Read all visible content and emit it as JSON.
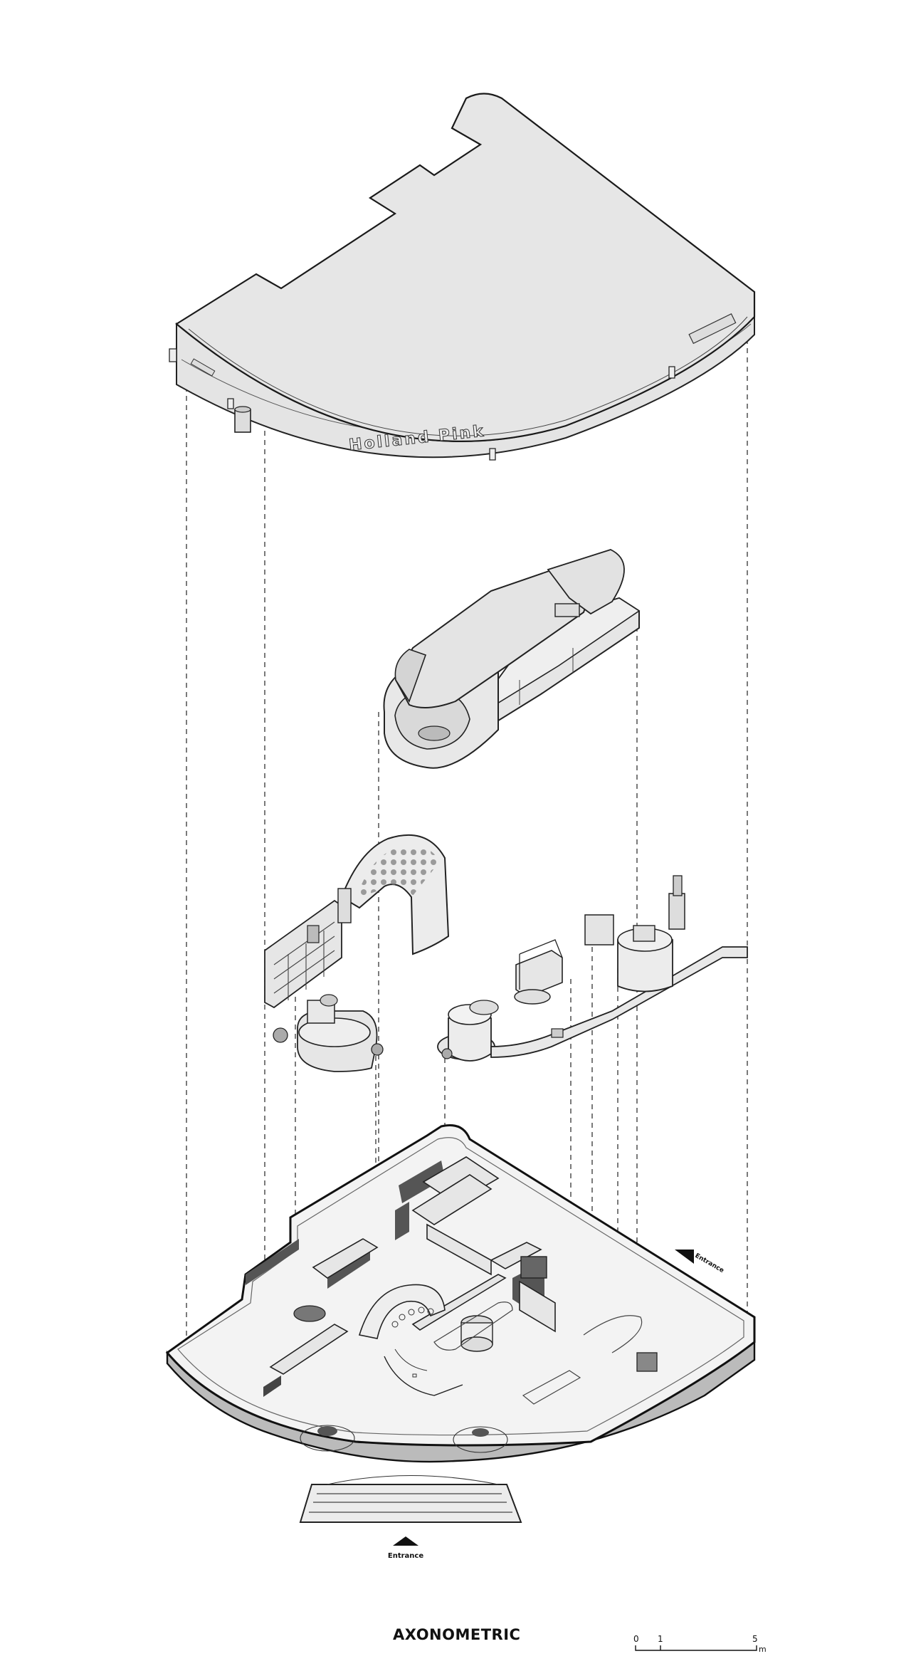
{
  "roof": {
    "brand_text": "Holland Pink"
  },
  "plan": {
    "side_entrance_label": "Entrance",
    "main_entrance_label": "Entrance"
  },
  "footer": {
    "title": "AXONOMETRIC",
    "scale": {
      "tick_0": "0",
      "tick_1": "1",
      "tick_5": "5",
      "unit": "m"
    }
  }
}
